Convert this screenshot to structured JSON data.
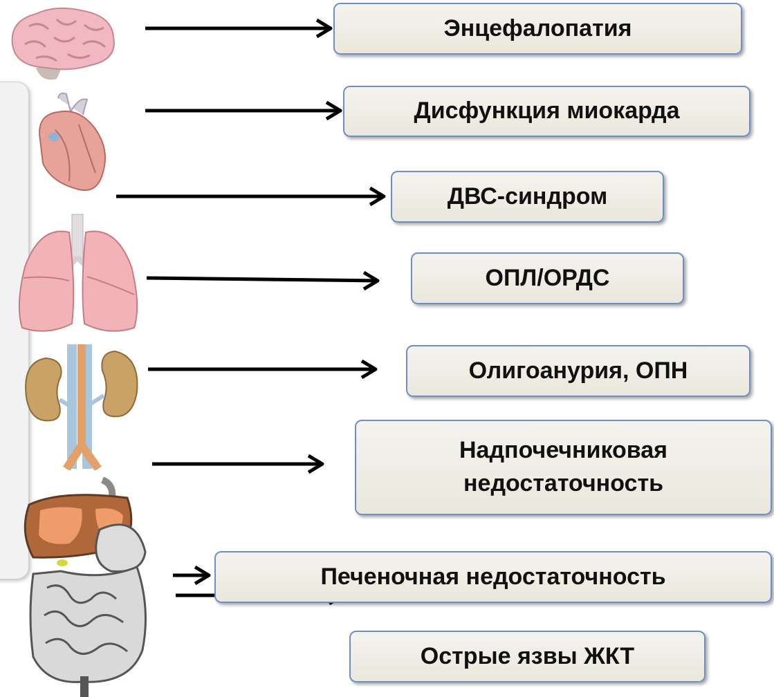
{
  "conditions": [
    {
      "id": "encephalopathy",
      "label": "Энцефалопатия"
    },
    {
      "id": "myocardial-dysfunction",
      "label": "Дисфункция миокарда"
    },
    {
      "id": "dic-syndrome",
      "label": "ДВС-синдром"
    },
    {
      "id": "ali-ards",
      "label": "ОПЛ/ОРДС"
    },
    {
      "id": "oliguria-arf",
      "label": "Олигоанурия, ОПН"
    },
    {
      "id": "adrenal-insufficiency",
      "label": "Надпочечниковая недостаточность"
    },
    {
      "id": "liver-failure",
      "label": "Печеночная недостаточность"
    },
    {
      "id": "gi-ulcers",
      "label": "Острые язвы ЖКТ"
    }
  ],
  "organs": [
    "brain-icon",
    "heart-icon",
    "lungs-icon",
    "kidneys-icon",
    "digestive-tract-icon"
  ],
  "colors": {
    "box_border": "#6f8fc4",
    "box_fill": "#eeece3",
    "arrow": "#000000"
  }
}
